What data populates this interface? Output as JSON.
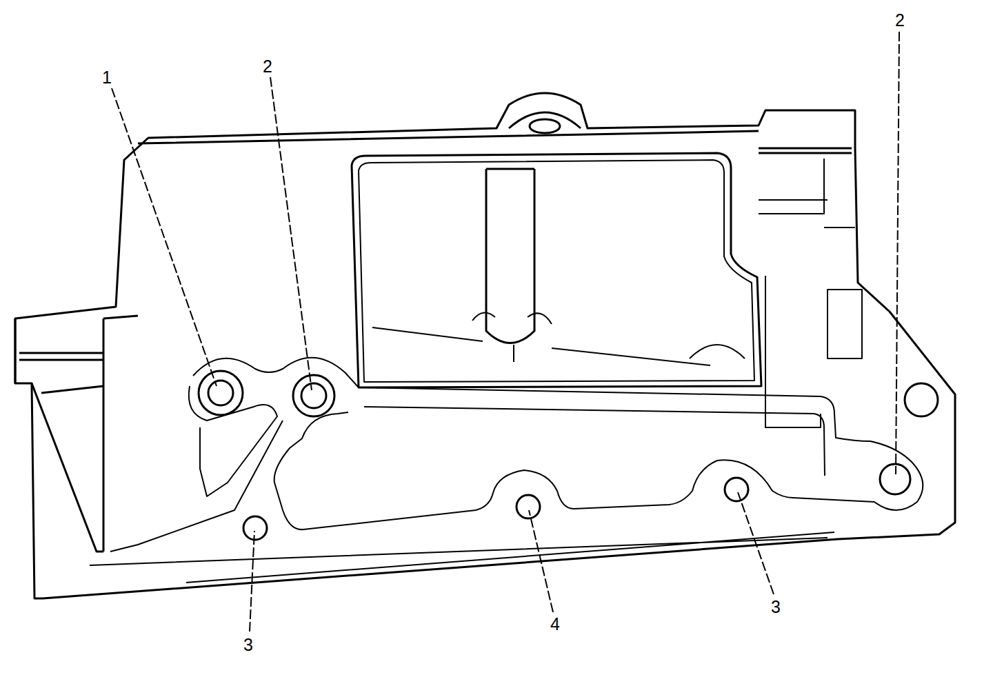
{
  "diagram": {
    "labels": [
      "1",
      "2",
      "2",
      "3",
      "4",
      "3"
    ]
  }
}
